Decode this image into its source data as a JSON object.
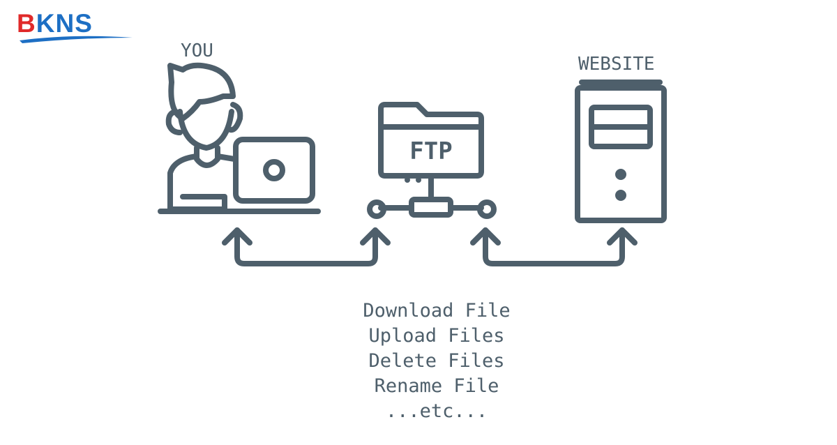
{
  "logo": {
    "letters": [
      "B",
      "K",
      "N",
      "S"
    ]
  },
  "labels": {
    "user": "YOU",
    "server": "WEBSITE",
    "ftp": "FTP"
  },
  "operations": [
    "Download File",
    "Upload Files",
    "Delete Files",
    "Rename File",
    "...etc..."
  ],
  "colors": {
    "line": "#4e5f6b",
    "logo_red": "#e02a2a",
    "logo_blue": "#1d6fc4"
  }
}
